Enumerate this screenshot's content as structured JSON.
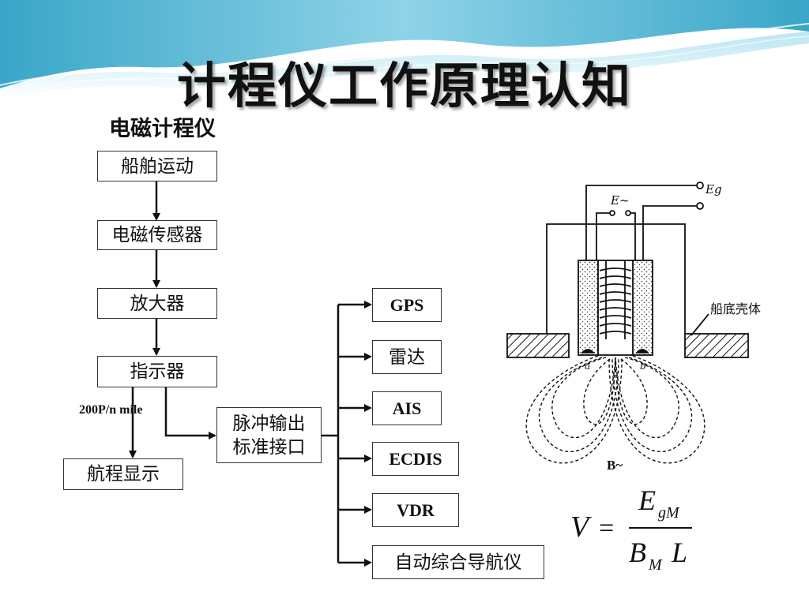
{
  "slide": {
    "title": "计程仪工作原理认知",
    "subtitle": "电磁计程仪"
  },
  "flow": {
    "ship_motion": "船舶运动",
    "sensor": "电磁传感器",
    "amplifier": "放大器",
    "indicator": "指示器",
    "distance_display": "航程显示",
    "pulse_output_line1": "脉冲输出",
    "pulse_output_line2": "标准接口",
    "pulse_rate_label": "200P/n mile"
  },
  "outputs": [
    "GPS",
    "雷达",
    "AIS",
    "ECDIS",
    "VDR",
    "自动综合导航仪"
  ],
  "figure": {
    "e_ac_label": "E~",
    "e_g_label": "Eg",
    "hull_label": "船底壳体",
    "electrode_a": "a",
    "electrode_b": "b",
    "field_label": "B~"
  },
  "formula": {
    "lhs": "V",
    "equals": "=",
    "numerator": "E",
    "numerator_sub": "gM",
    "denominator": "B",
    "denominator_sub": "M",
    "denominator_tail": "L"
  },
  "colors": {
    "wave_dark": "#4fb3d1",
    "wave_light": "#a9dfee",
    "line": "#111111"
  }
}
